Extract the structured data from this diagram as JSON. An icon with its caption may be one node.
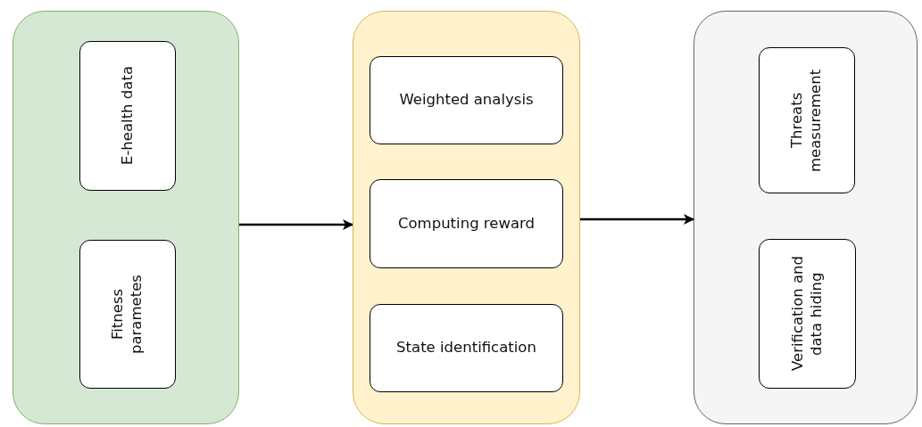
{
  "diagram": {
    "nodes": [
      {
        "text": [],
        "shape": "box"
      },
      {
        "text": [
          "E-health data"
        ],
        "in": 0
      },
      {
        "text": [
          "Fitness parametes"
        ],
        "in": 0
      },
      {
        "text": [],
        "shape": "box"
      },
      {
        "text": [
          "Weighted analysis"
        ],
        "in": 3
      },
      {
        "text": [
          "Computing reward"
        ],
        "in": 3
      },
      {
        "text": [
          "State identification"
        ],
        "in": 3
      },
      {
        "text": [],
        "shape": "box"
      },
      {
        "text": [
          "Threats measurement"
        ],
        "in": 7
      },
      {
        "text": [
          "Verification and data hiding"
        ],
        "in": 7
      }
    ],
    "edges": [
      {
        "from": 0,
        "to": 3,
        "arrow": "to"
      },
      {
        "from": 3,
        "to": 7,
        "arrow": "to"
      }
    ]
  }
}
